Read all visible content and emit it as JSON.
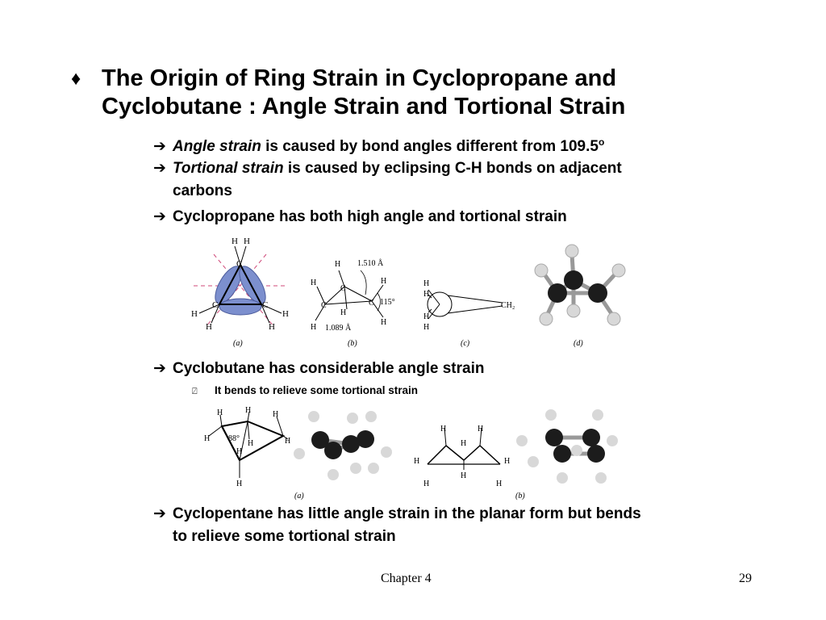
{
  "title": {
    "line1": "The Origin of Ring Strain in Cyclopropane and",
    "line2": "Cyclobutane : Angle Strain and Tortional Strain"
  },
  "bullets": {
    "angle_strain_term": "Angle strain",
    "angle_strain_text": " is caused by bond angles different from 109.5",
    "angle_strain_sup": "o",
    "tortional_strain_term": "Tortional strain",
    "tortional_strain_text": " is caused by eclipsing C-H bonds on adjacent",
    "tortional_strain_cont": "carbons",
    "cyclopropane": "Cyclopropane has both high angle and tortional strain",
    "cyclobutane": "Cyclobutane has considerable angle strain",
    "cyclobutane_sub": "It bends to relieve some tortional strain",
    "cyclopentane_line1": "Cyclopentane has little angle strain in the planar form but bends",
    "cyclopentane_line2": "to relieve some tortional strain"
  },
  "figure_labels": {
    "cyclopropane": {
      "a": "(a)",
      "b": "(b)",
      "c": "(c)",
      "d": "(d)",
      "bond_cc": "1.510 Å",
      "bond_ch": "1.089 Å",
      "angle": "115°",
      "ch2": "CH₂"
    },
    "cyclobutane": {
      "a": "(a)",
      "b": "(b)",
      "angle": "88°"
    },
    "atoms": {
      "h": "H",
      "c": "C"
    }
  },
  "footer": {
    "chapter": "Chapter 4",
    "page": "29"
  }
}
